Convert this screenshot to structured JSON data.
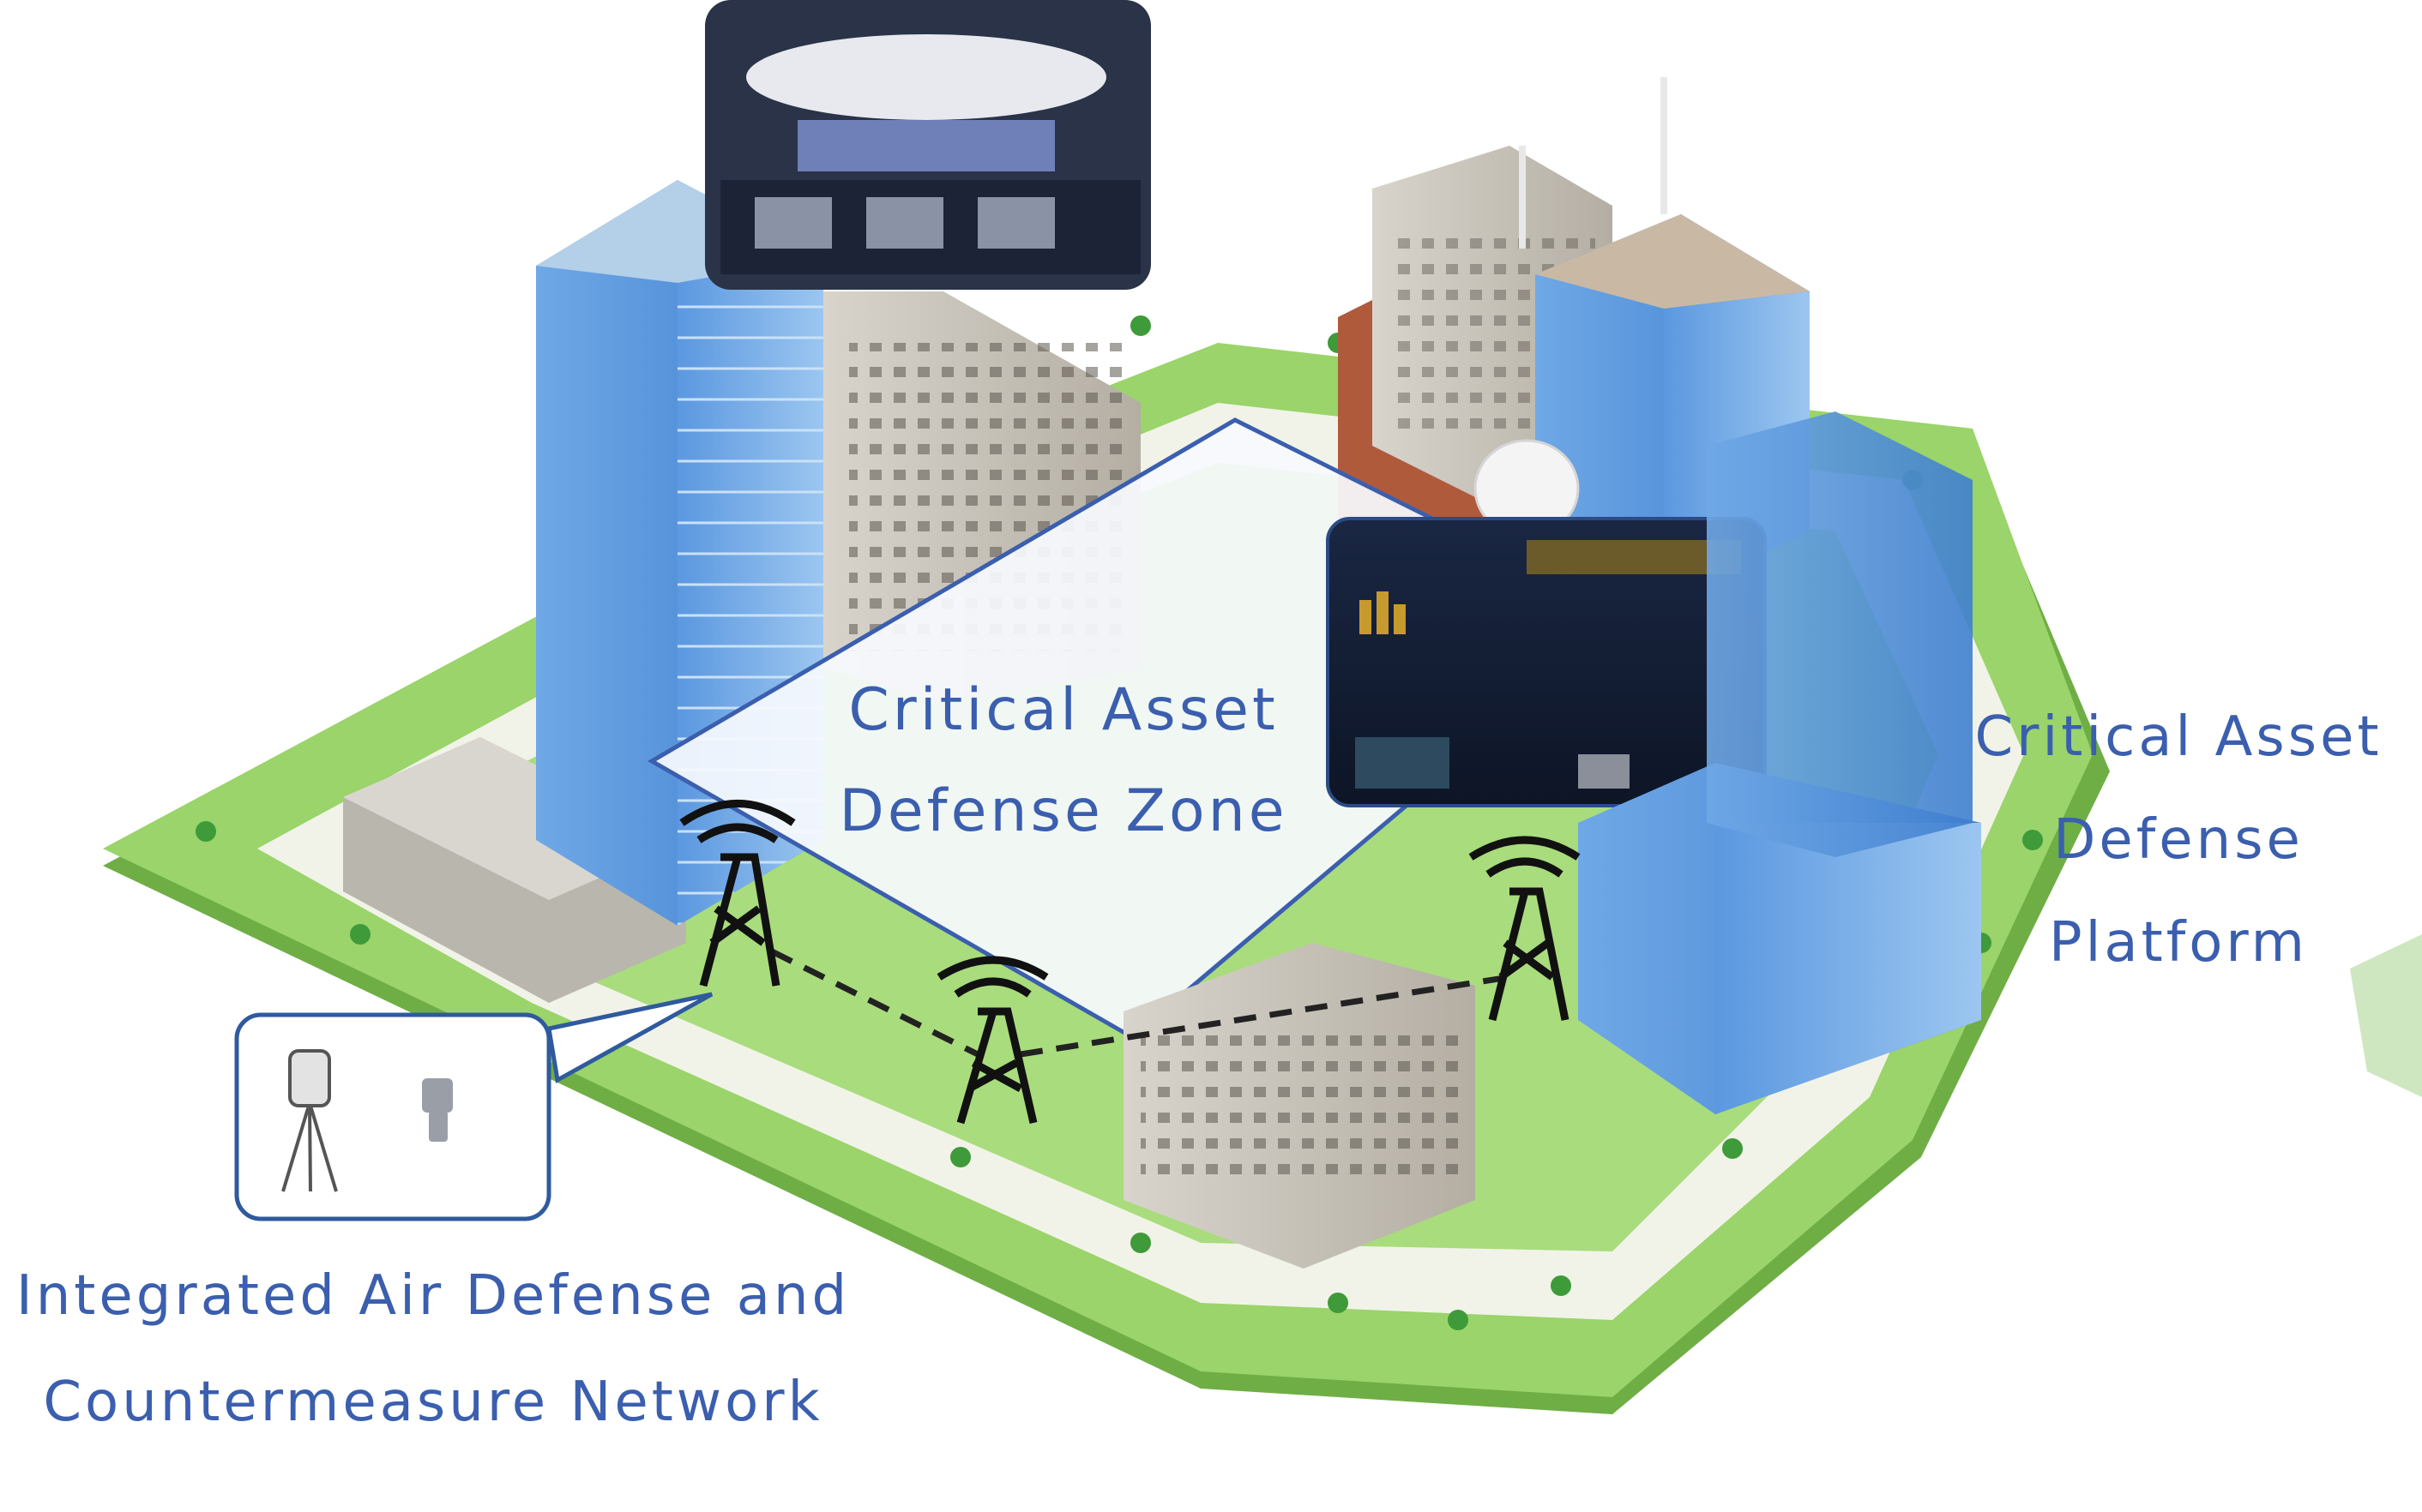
{
  "labels": {
    "zone_line1": "Critical Asset",
    "zone_line2": "Defense Zone",
    "platform_line1": "Critical Asset",
    "platform_line2": "Defense",
    "platform_line3": "Platform",
    "network_line1": "Integrated Air Defense and",
    "network_line2": "Countermeasure Network"
  },
  "colors": {
    "label_text": "#3b5fae",
    "ground": "#8fcf62",
    "road": "#f1f3e8",
    "glass": "#4d8fd6",
    "zone_outline": "#3b5fae",
    "tower": "#111111"
  },
  "icons": [
    "radio-tower-icon",
    "radar-sensor-icon",
    "jammer-device-icon",
    "tree-icon"
  ]
}
